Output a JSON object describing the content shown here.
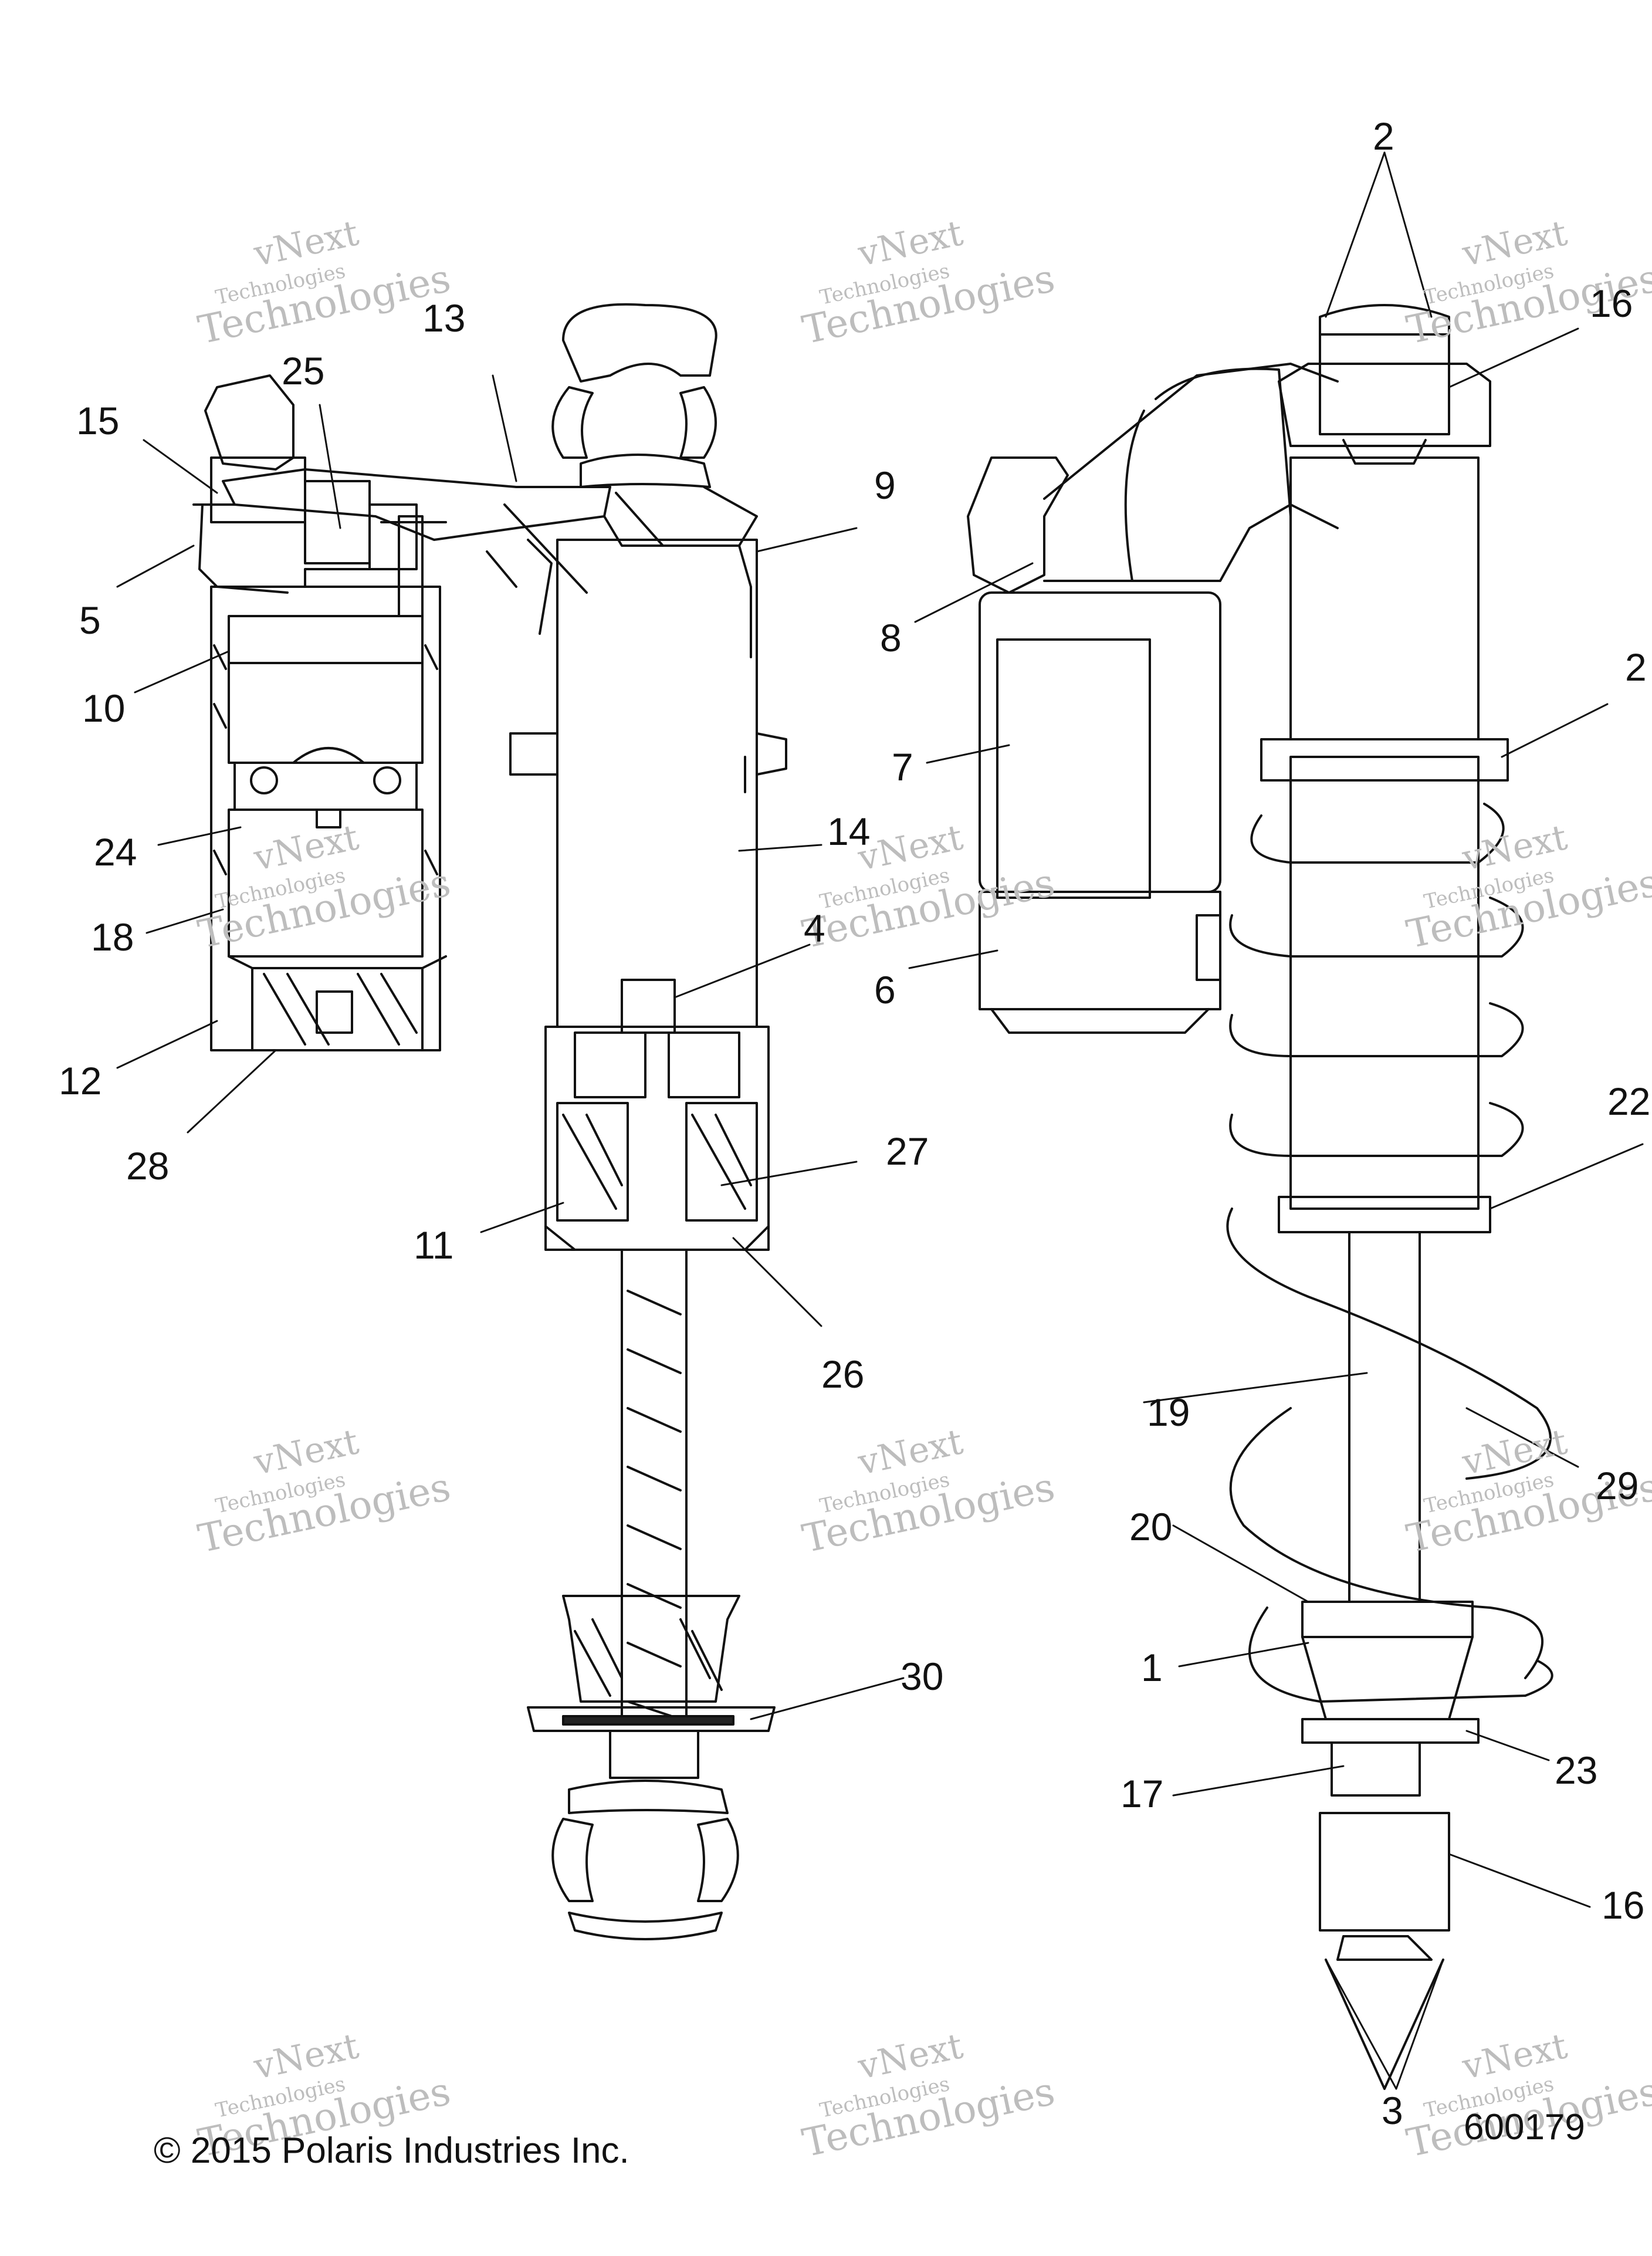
{
  "diagram": {
    "callouts": [
      "2",
      "16",
      "13",
      "25",
      "15",
      "9",
      "5",
      "8",
      "10",
      "2",
      "7",
      "24",
      "14",
      "18",
      "4",
      "6",
      "12",
      "28",
      "22",
      "27",
      "11",
      "26",
      "19",
      "29",
      "20",
      "1",
      "30",
      "23",
      "17",
      "16",
      "3"
    ],
    "watermark": {
      "line1": "vNext",
      "line2": "Technologies",
      "line3": "Technologies"
    }
  },
  "footer": {
    "copyright": "© 2015 Polaris Industries Inc.",
    "figure_number": "600179"
  }
}
